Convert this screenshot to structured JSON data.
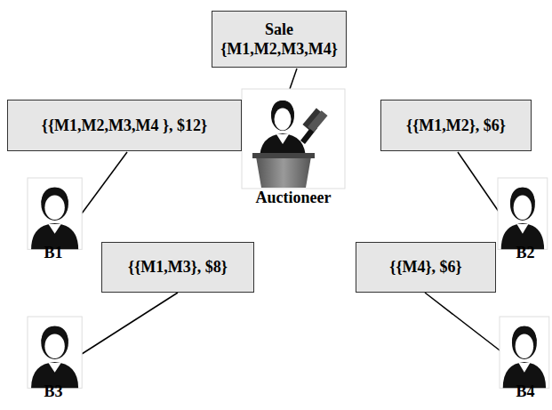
{
  "diagram": {
    "nodes": [
      {
        "text": [
          "Sale",
          "{M1,M2,M3,M4}"
        ]
      },
      {
        "text": [
          "{{M1,M2,M3,M4 }, $12}"
        ]
      },
      {
        "text": [
          "{{M1,M2}, $6}"
        ]
      },
      {
        "text": [
          "{{M1,M3}, $8}"
        ]
      },
      {
        "text": [
          "{{M4}, $6}"
        ]
      }
    ],
    "labels": [
      "Auctioneer",
      "B1",
      "B2",
      "B3",
      "B4"
    ]
  }
}
